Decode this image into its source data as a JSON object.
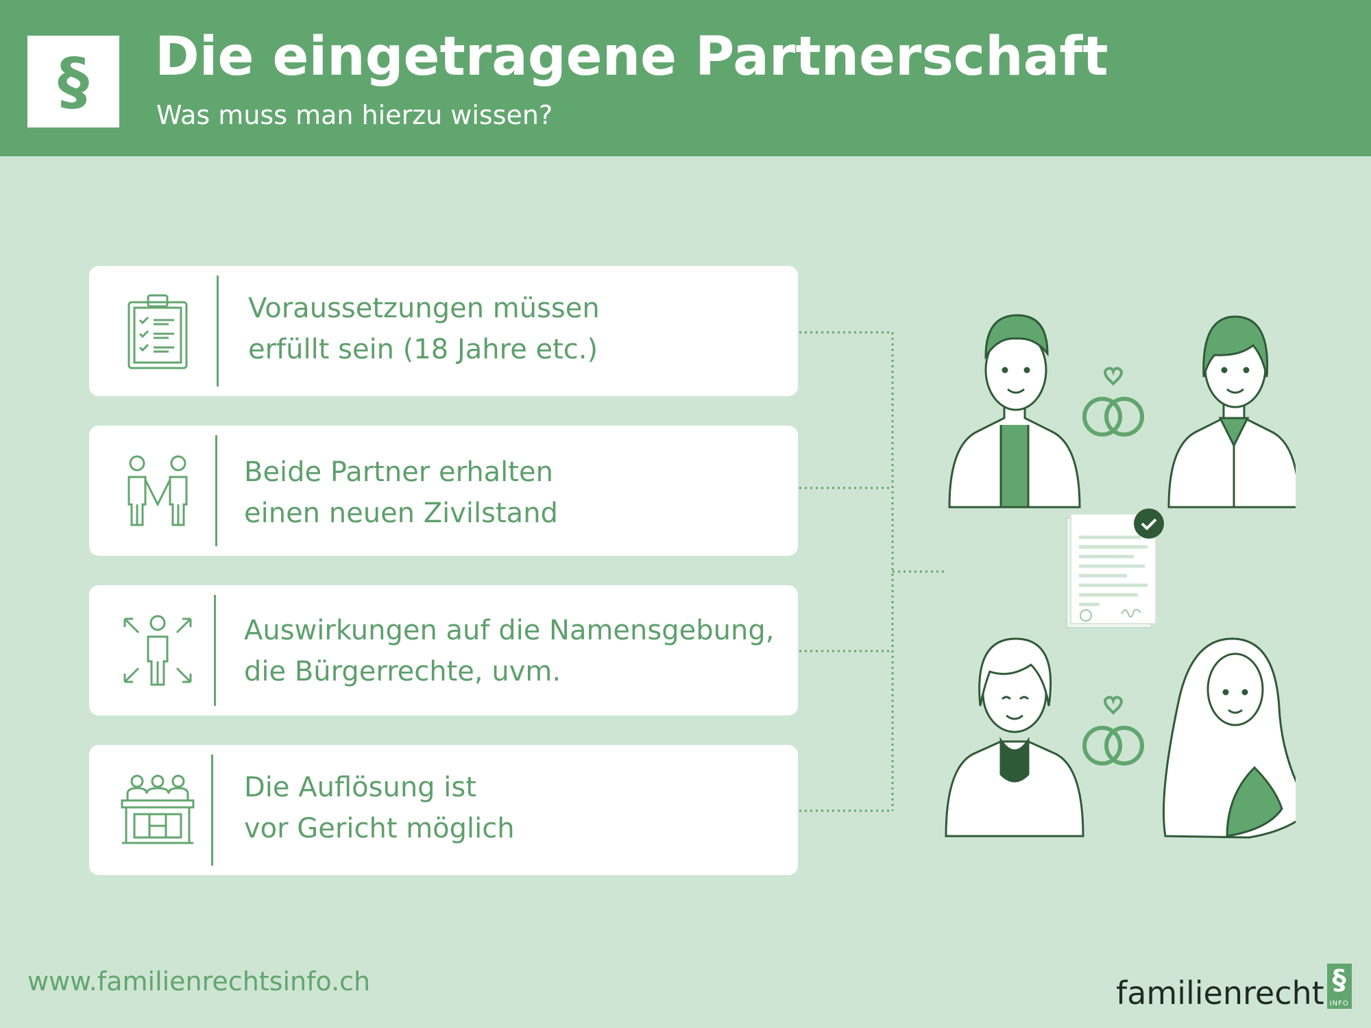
{
  "header": {
    "logo_symbol": "§",
    "title": "Die eingetragene Partnerschaft",
    "subtitle": "Was muss man hierzu wissen?"
  },
  "cards": [
    {
      "icon": "clipboard-checklist-icon",
      "line1": "Voraussetzungen müssen",
      "line2": "erfüllt sein (18 Jahre etc.)"
    },
    {
      "icon": "couple-holding-hands-icon",
      "line1": "Beide Partner erhalten",
      "line2": "einen neuen Zivilstand"
    },
    {
      "icon": "person-arrows-icon",
      "line1": "Auswirkungen auf die Namensgebung,",
      "line2": "die Bürgerrechte, uvm."
    },
    {
      "icon": "court-judges-icon",
      "line1": "Die Auflösung ist",
      "line2": "vor Gericht möglich"
    }
  ],
  "illustration": {
    "icons": [
      "male-couple-icon",
      "wedding-rings-heart-icon",
      "certificate-document-icon",
      "female-couple-icon"
    ]
  },
  "footer": {
    "url": "www.familienrechtsinfo.ch",
    "brand_name": "familienrecht",
    "brand_symbol": "§",
    "brand_tag": "INFO"
  },
  "colors": {
    "background": "#cfe5d4",
    "header": "#62a66f",
    "accent": "#5e9f6c",
    "card": "#ffffff",
    "dark": "#1f2a22"
  }
}
